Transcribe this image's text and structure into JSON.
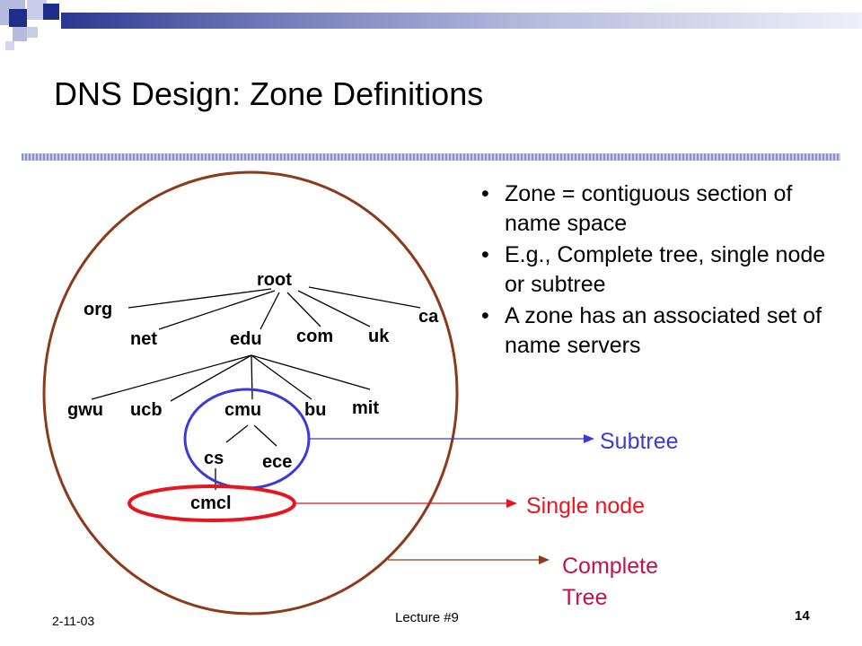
{
  "slide": {
    "title": "DNS Design: Zone Definitions",
    "bullets": [
      "Zone = contiguous section of name space",
      "E.g., Complete tree, single node or subtree",
      "A zone has an associated set of name servers"
    ],
    "footer": {
      "date": "2-11-03",
      "lecture": "Lecture #9",
      "page": "14"
    }
  },
  "tree": {
    "nodes": {
      "root": "root",
      "org": "org",
      "net": "net",
      "edu": "edu",
      "com": "com",
      "uk": "uk",
      "ca": "ca",
      "gwu": "gwu",
      "ucb": "ucb",
      "cmu": "cmu",
      "bu": "bu",
      "mit": "mit",
      "cs": "cs",
      "ece": "ece",
      "cmcl": "cmcl"
    }
  },
  "zones": {
    "subtree": {
      "label": "Subtree",
      "color": "#3a3ad8"
    },
    "single_node": {
      "label": "Single node",
      "color": "#e8141e"
    },
    "complete": {
      "label_line1": "Complete",
      "label_line2": "Tree",
      "color": "#c0134e",
      "circle_color": "#8b3a1a"
    }
  },
  "colors": {
    "deco_dark": "#1f2d8a",
    "deco_light": "#b6bce0",
    "divider": "#8a93c8"
  }
}
